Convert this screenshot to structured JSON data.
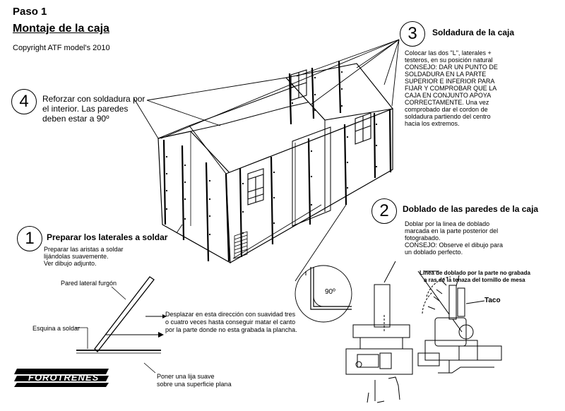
{
  "header": {
    "paso": "Paso 1",
    "title": "Montaje de la caja",
    "copyright": "Copyright ATF model's 2010"
  },
  "step4": {
    "number": "4",
    "lines": [
      "Reforzar con soldadura por",
      "el interior. Las paredes",
      "deben estar a 90º"
    ]
  },
  "step3": {
    "number": "3",
    "title": "Soldadura de la caja",
    "lines": [
      "Colocar las dos \"L\",  laterales +",
      "testeros, en su posición natural",
      "CONSEJO:  DAR UN PUNTO DE",
      "SOLDADURA EN LA PARTE",
      "SUPERIOR E INFERIOR PARA",
      "FIJAR Y COMPROBAR QUE LA",
      "CAJA EN CONJUNTO APOYA",
      "CORRECTAMENTE. Una vez",
      "comprobado dar el cordon de",
      "soldadura partiendo del centro",
      "hacia los extremos."
    ]
  },
  "step2": {
    "number": "2",
    "title": "Doblado de las paredes de la caja",
    "lines": [
      "Doblar por la linea de doblado",
      "marcada en la parte posterior del",
      "fotograbado.",
      "CONSEJO:  Observe el dibujo para",
      "un doblado perfecto."
    ],
    "fold_label_lines": [
      "Linea de doblado por la parte no grabada",
      "a ras de la tenaza del tornillo de mesa"
    ],
    "taco": "Taco",
    "angle": "90º"
  },
  "step1": {
    "number": "1",
    "title": "Preparar los laterales a soldar",
    "lines": [
      "Preparar las aristas a soldar",
      "lijándolas  suavemente.",
      "Ver dibujo adjunto."
    ],
    "pared_label": "Pared lateral furgón",
    "esquina_label": "Esquina a soldar",
    "desplazar_lines": [
      "Desplazar en esta dirección con suavidad tres",
      "o cuatro veces hasta conseguir matar el canto",
      "por la parte donde no esta grabada la plancha."
    ],
    "lija_lines": [
      "Poner una lija suave",
      "sobre una superficie plana"
    ]
  },
  "logo": {
    "text": "FOROTRENES"
  }
}
